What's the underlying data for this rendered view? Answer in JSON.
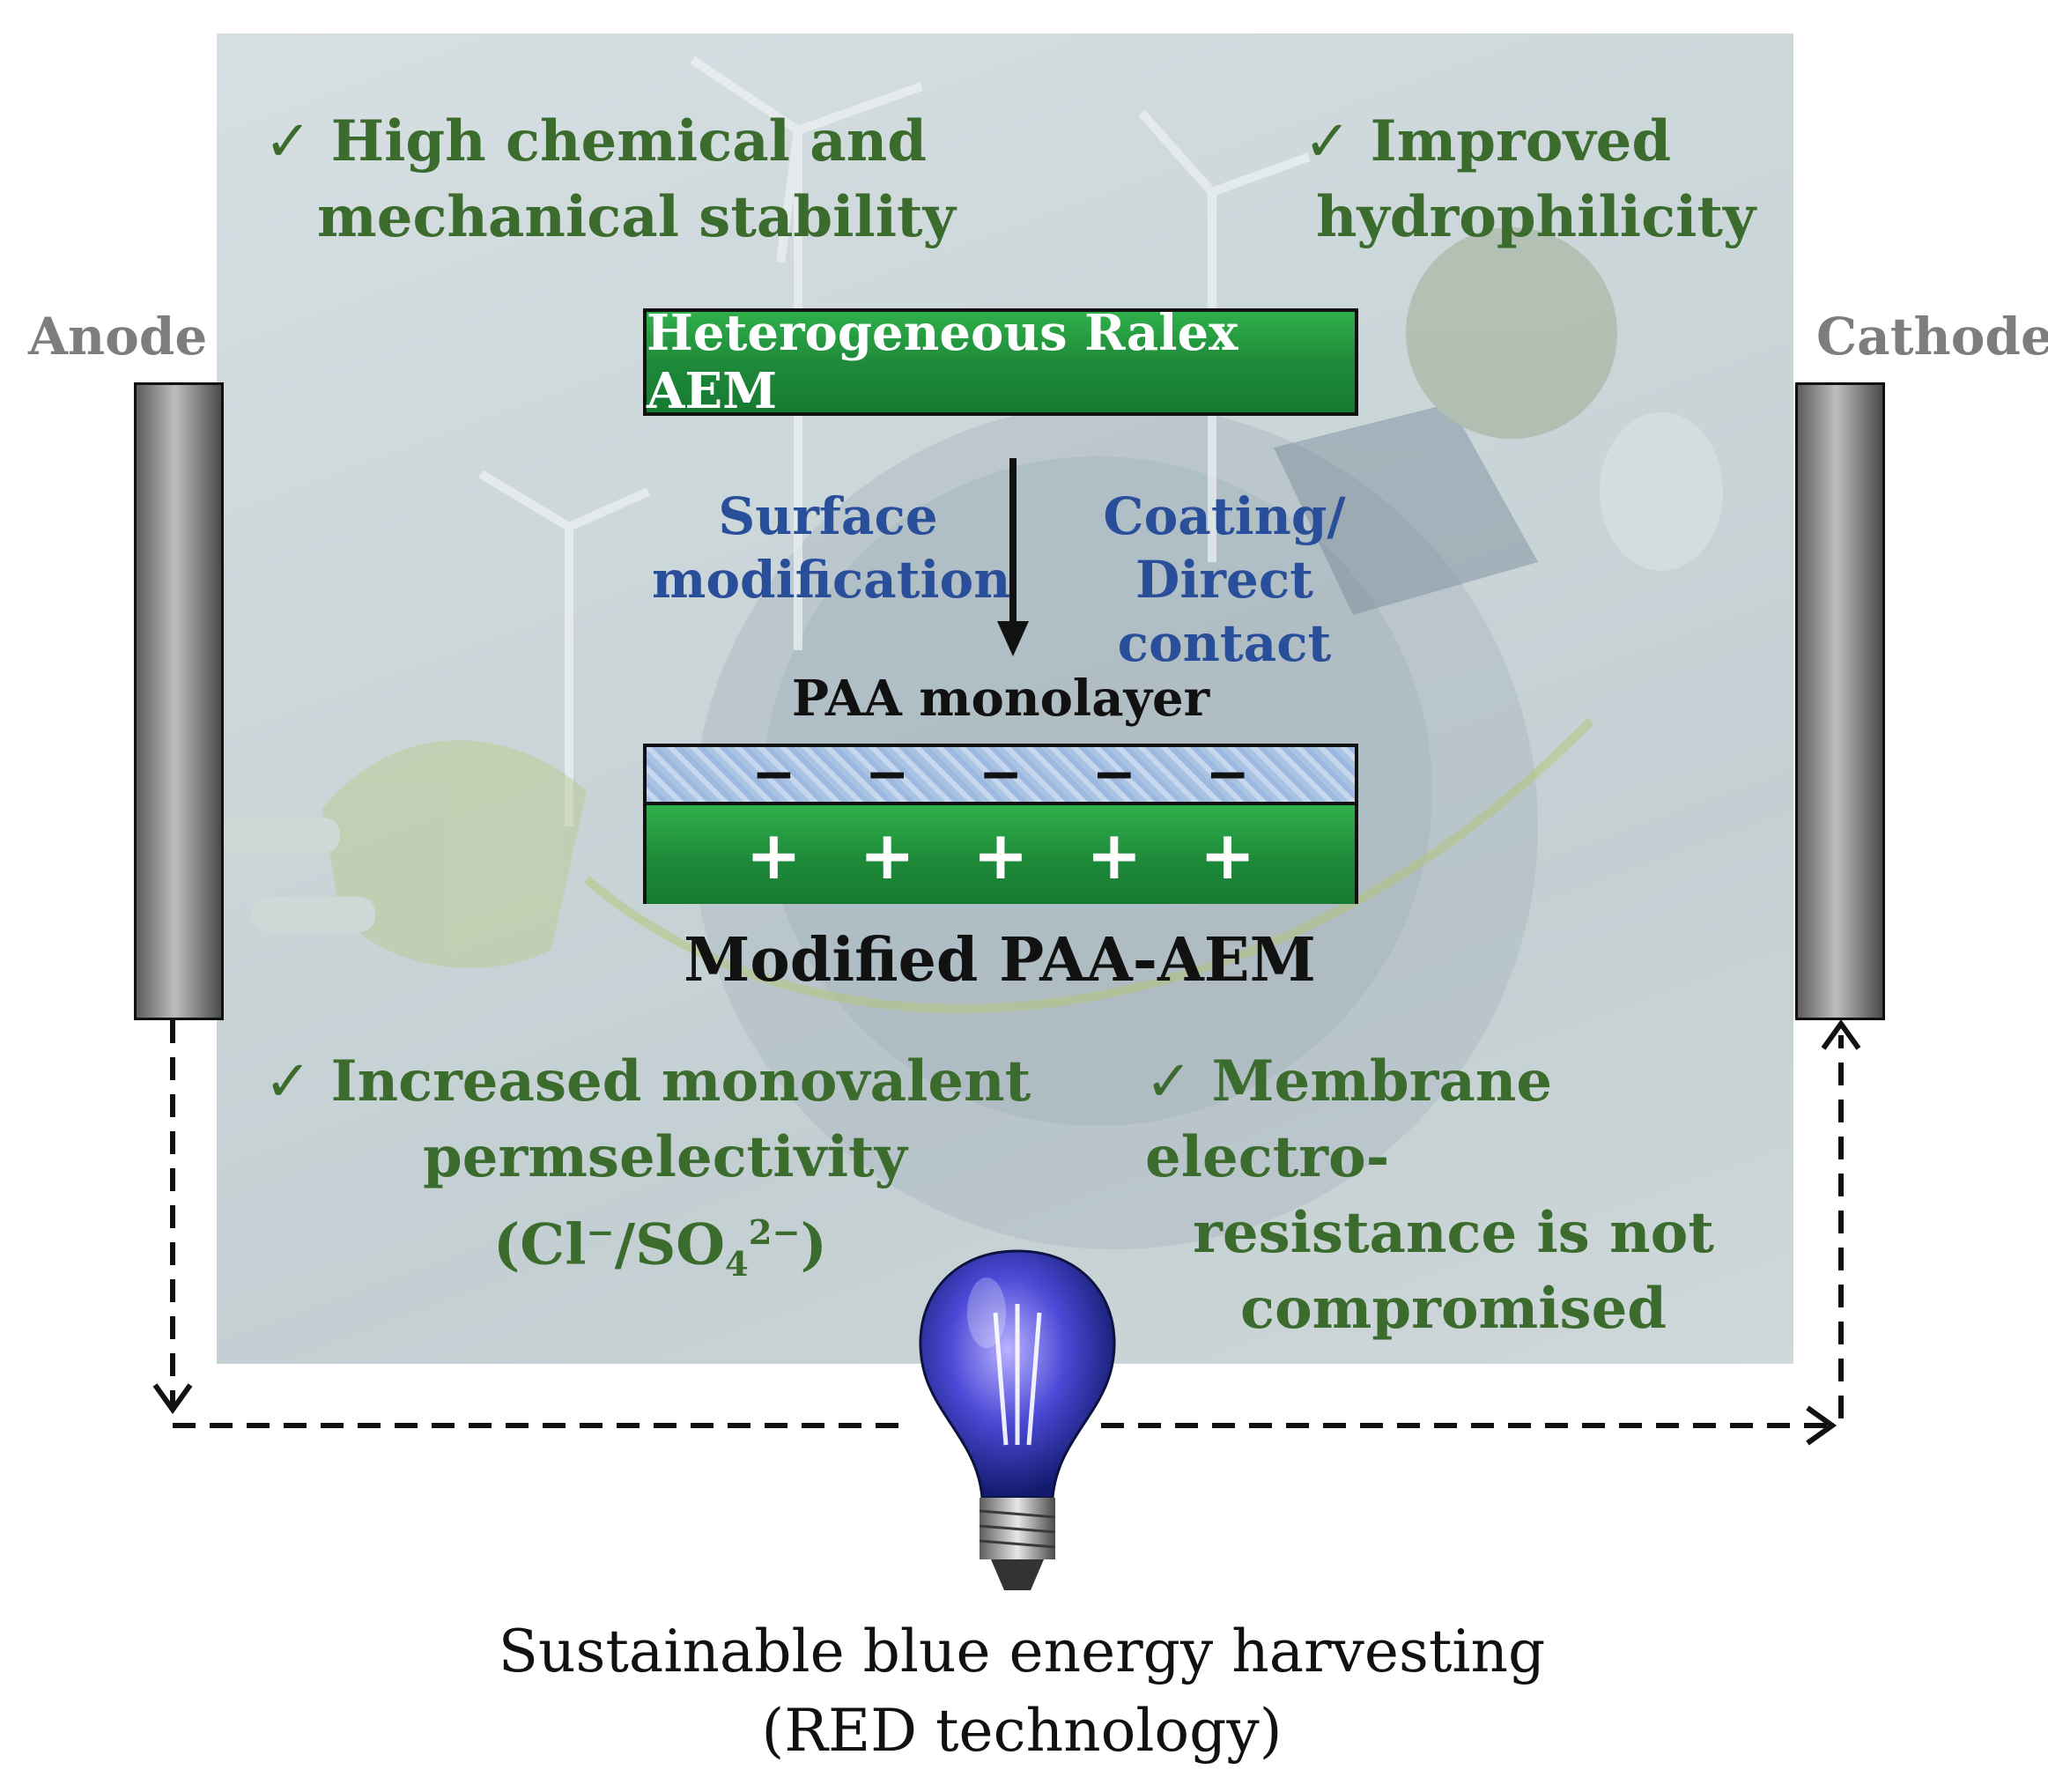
{
  "electrodes": {
    "anode": "Anode",
    "cathode": "Cathode"
  },
  "benefits": {
    "top_left": [
      "High chemical and",
      "mechanical stability"
    ],
    "top_right": [
      "Improved",
      "hydrophilicity"
    ],
    "bottom_left": [
      "Increased monovalent",
      "permselectivity"
    ],
    "bottom_left_formula": {
      "open": "(Cl",
      "sup1": "−",
      "mid": "/SO",
      "sub": "4",
      "sup2": "2−",
      "close": ")"
    },
    "bottom_right": [
      "Membrane electro-",
      "resistance is not",
      "compromised"
    ],
    "check_mark": "✓"
  },
  "membrane": {
    "original": "Heterogeneous Ralex AEM",
    "process_left": [
      "Surface",
      "modification"
    ],
    "process_right": [
      "Coating/",
      "Direct contact"
    ],
    "monolayer_label": "PAA monolayer",
    "negative_sign": "−",
    "positive_sign": "+",
    "modified_label": "Modified PAA-AEM"
  },
  "caption": [
    "Sustainable blue energy harvesting",
    "(RED technology)"
  ],
  "colors": {
    "benefit_text": "#3c6b2e",
    "process_text": "#2a4f9a",
    "membrane_green": "#1f8a3a",
    "electrode_label": "#7d7d7d"
  }
}
